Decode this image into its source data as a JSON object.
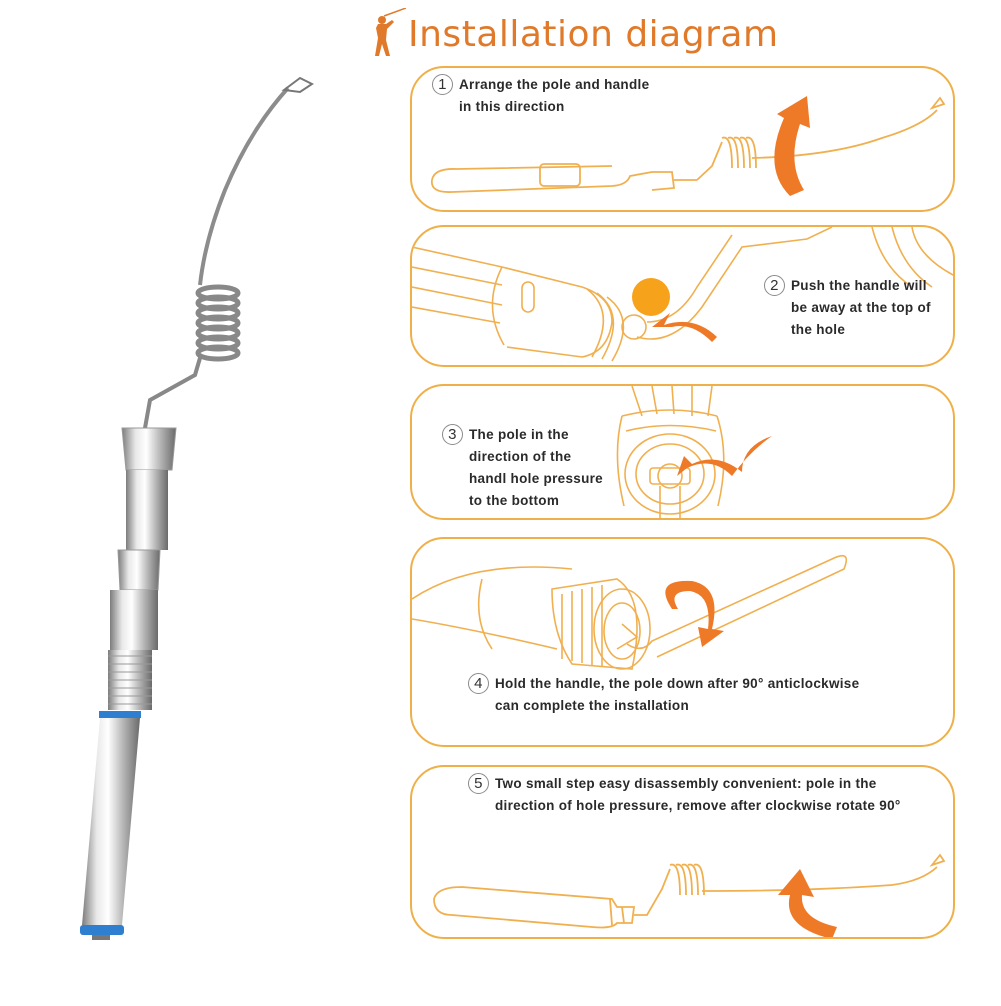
{
  "header": {
    "title": "Installation diagram",
    "icon": "fisherman-icon",
    "accent_color": "#e07a2a"
  },
  "product_photo": {
    "description": "Stainless steel fishing rod tip pole with spring coil and handle, blue accent rings",
    "accent_color": "#2f7fd0"
  },
  "panel_style": {
    "border_color": "#efb04a",
    "arrow_color": "#ee7a28",
    "line_color": "#f0b050"
  },
  "steps": [
    {
      "number": "1",
      "text": "Arrange the pole and handle\nin this direction"
    },
    {
      "number": "2",
      "text": "Push the handle will\nbe away at the top of\nthe hole"
    },
    {
      "number": "3",
      "text": "The pole in the\ndirection of the\nhandl hole pressure\nto the bottom"
    },
    {
      "number": "4",
      "text": "Hold the handle, the pole down after 90° anticlockwise\ncan complete the installation"
    },
    {
      "number": "5",
      "text": "Two small step easy disassembly convenient: pole in the\ndirection of hole pressure, remove after clockwise rotate 90°"
    }
  ]
}
